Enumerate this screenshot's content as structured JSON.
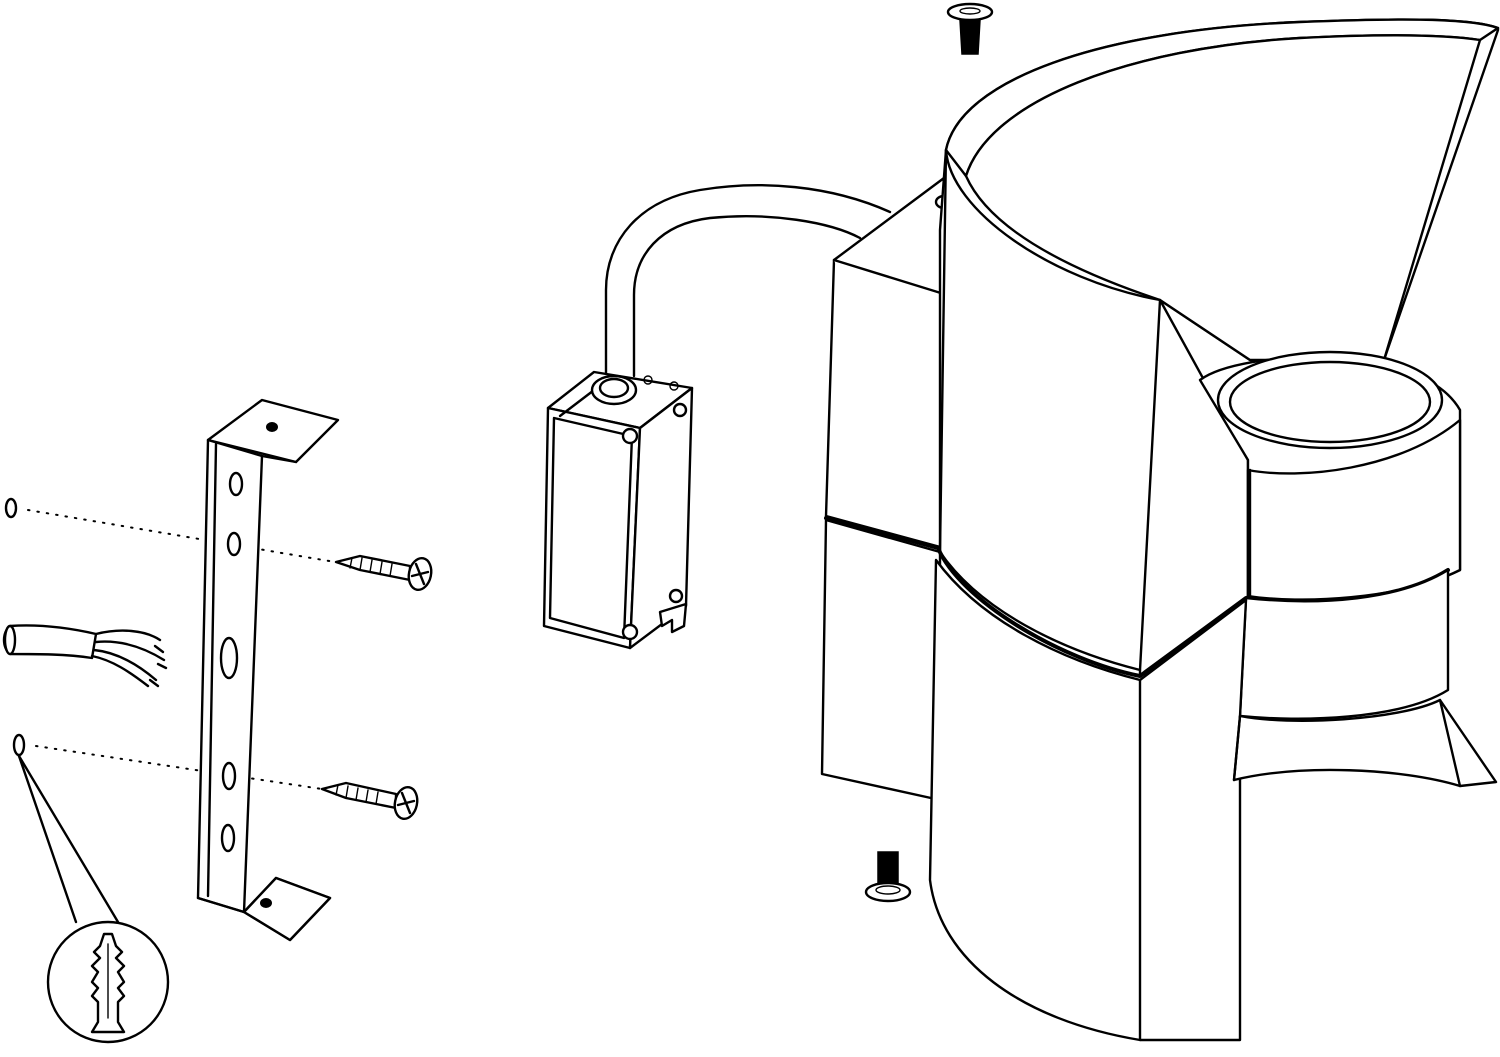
{
  "diagram": {
    "kind": "exploded assembly drawing",
    "components": [
      "wall-plug-marker-top",
      "wall-plug-marker-bottom",
      "supply-cable",
      "wall-plug-detail",
      "mounting-bracket",
      "wood-screw-top",
      "wood-screw-bottom",
      "terminal-box",
      "connecting-cable",
      "lamp-housing",
      "fixing-screw-top",
      "fixing-screw-bottom"
    ],
    "colors": {
      "stroke": "#000000",
      "background": "#ffffff"
    }
  }
}
